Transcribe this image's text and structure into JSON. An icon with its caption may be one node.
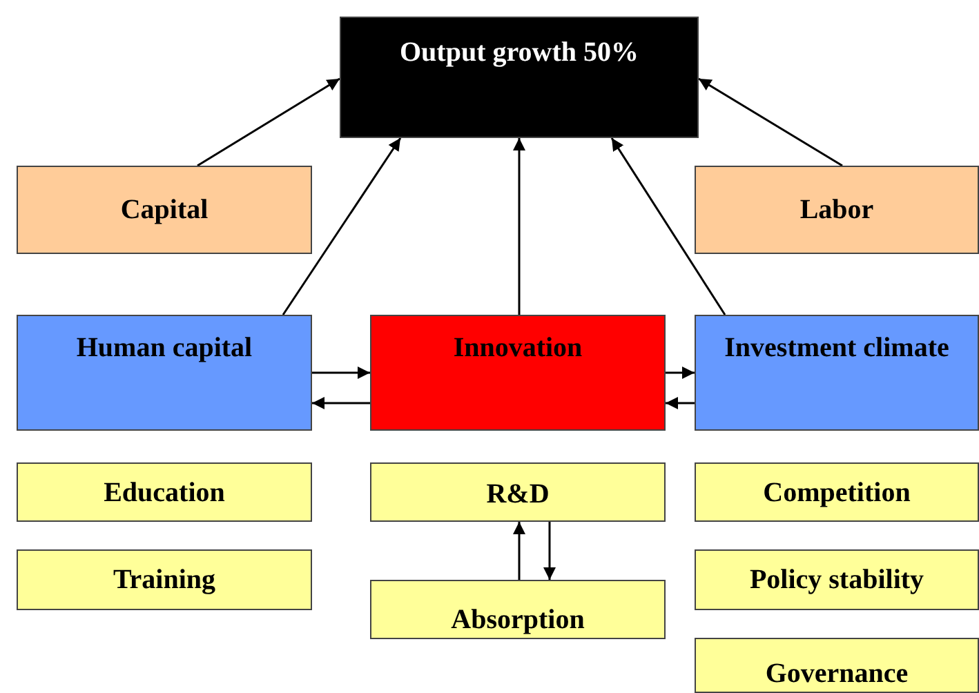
{
  "diagram": {
    "nodes": [
      {
        "text": [
          "Output growth 50%"
        ]
      },
      {
        "text": [
          "Capital"
        ]
      },
      {
        "text": [
          "Labor"
        ]
      },
      {
        "text": [
          "Human capital"
        ]
      },
      {
        "text": [
          "Innovation"
        ]
      },
      {
        "text": [
          "Investment climate"
        ]
      },
      {
        "text": [
          "Education"
        ]
      },
      {
        "text": [
          "R&D"
        ]
      },
      {
        "text": [
          "Competition"
        ]
      },
      {
        "text": [
          "Training"
        ]
      },
      {
        "text": [
          "Absorption"
        ]
      },
      {
        "text": [
          "Policy stability"
        ]
      },
      {
        "text": [
          "Governance"
        ]
      }
    ],
    "edges": [
      {
        "from": 1,
        "to": 0,
        "arrow": "to"
      },
      {
        "from": 2,
        "to": 0,
        "arrow": "to"
      },
      {
        "from": 3,
        "to": 0,
        "arrow": "to"
      },
      {
        "from": 4,
        "to": 0,
        "arrow": "to"
      },
      {
        "from": 5,
        "to": 0,
        "arrow": "to"
      },
      {
        "from": 3,
        "to": 4,
        "arrow": "to"
      },
      {
        "from": 4,
        "to": 3,
        "arrow": "to"
      },
      {
        "from": 4,
        "to": 5,
        "arrow": "to"
      },
      {
        "from": 5,
        "to": 4,
        "arrow": "to"
      },
      {
        "from": 10,
        "to": 7,
        "arrow": "to"
      },
      {
        "from": 7,
        "to": 10,
        "arrow": "to"
      }
    ]
  }
}
